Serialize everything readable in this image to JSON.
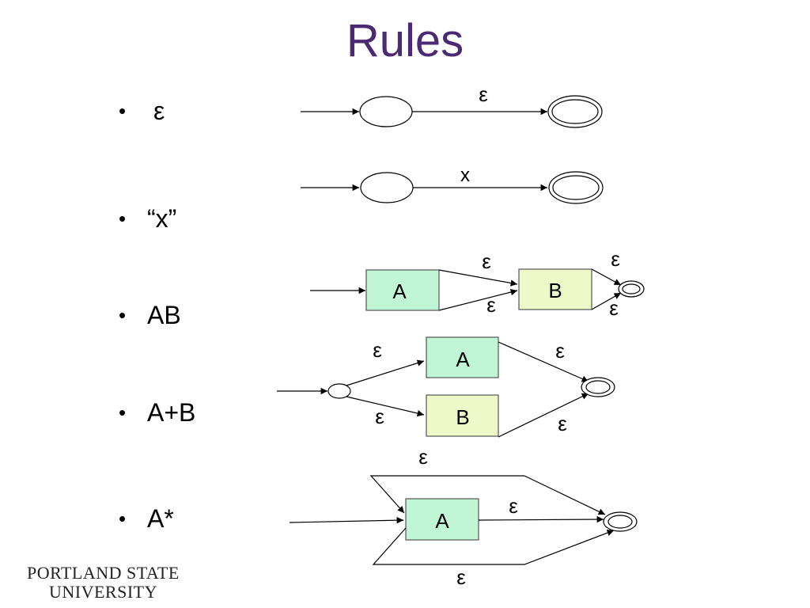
{
  "slide": {
    "title": "Rules"
  },
  "bullets": [
    {
      "label": "ε"
    },
    {
      "label": "“x”"
    },
    {
      "label": "AB"
    },
    {
      "label": "A+B"
    },
    {
      "label": "A*"
    }
  ],
  "diagrams": {
    "epsilon": {
      "edge_label": "ε"
    },
    "x": {
      "edge_label": "x"
    },
    "concat": {
      "box_a": "A",
      "box_b": "B",
      "label_top1": "ε",
      "label_bot1": "ε",
      "label_top2": "ε",
      "label_bot2": "ε"
    },
    "union": {
      "box_a": "A",
      "box_b": "B",
      "label_in_top": "ε",
      "label_in_bot": "ε",
      "label_out_top": "ε",
      "label_out_bot": "ε"
    },
    "star": {
      "box_a": "A",
      "label_top": "ε",
      "label_mid": "ε",
      "label_bot": "ε"
    }
  },
  "colors": {
    "title": "#4b2a73",
    "box_a_fill": "#c0f5d6",
    "box_b_fill": "#eef8c8"
  },
  "logo": {
    "line1": "PORTLAND STATE",
    "line2": "UNIVERSITY"
  }
}
